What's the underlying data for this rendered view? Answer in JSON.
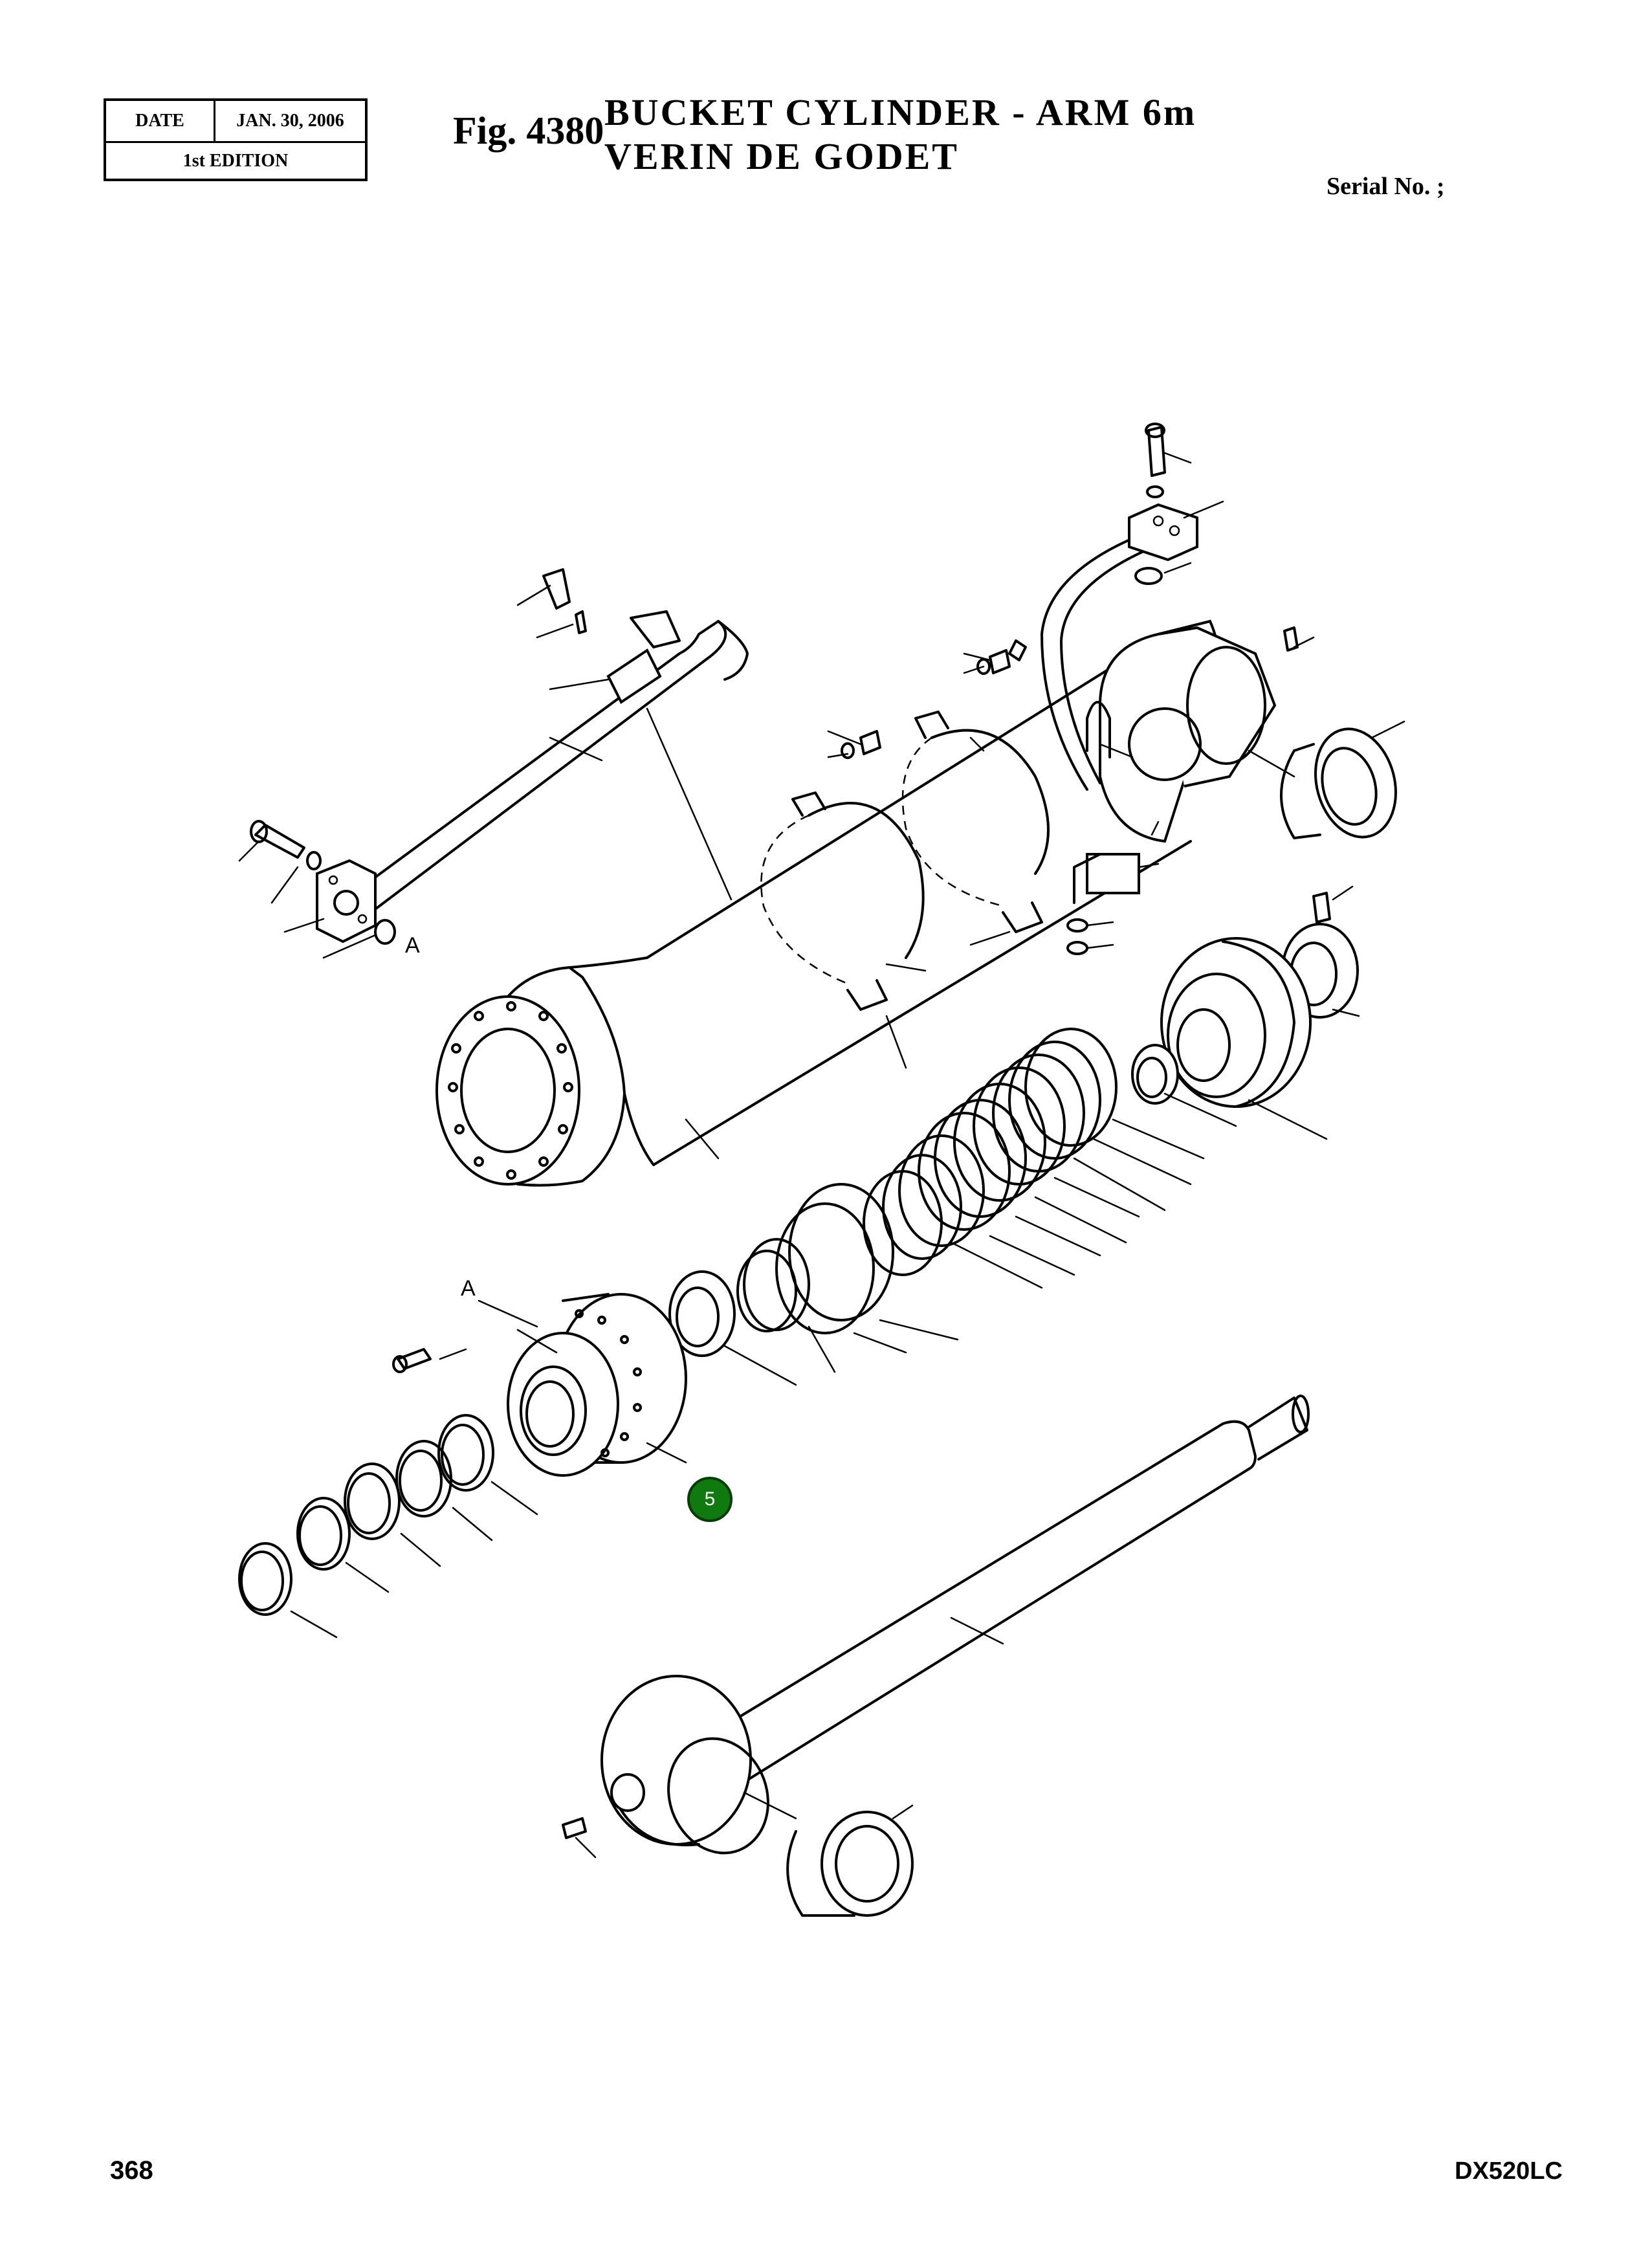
{
  "header": {
    "date_label": "DATE",
    "date_value": "JAN. 30, 2006",
    "edition": "1st EDITION",
    "fig_number": "Fig. 4380",
    "title_en": "BUCKET CYLINDER - ARM 6m",
    "title_fr": "VERIN DE GODET",
    "serial": "Serial No. ;"
  },
  "diagram": {
    "reference_label_1": "A",
    "reference_label_2": "A",
    "callout": "5",
    "callout_color": "#107a10"
  },
  "footer": {
    "page_number": "368",
    "model": "DX520LC"
  }
}
